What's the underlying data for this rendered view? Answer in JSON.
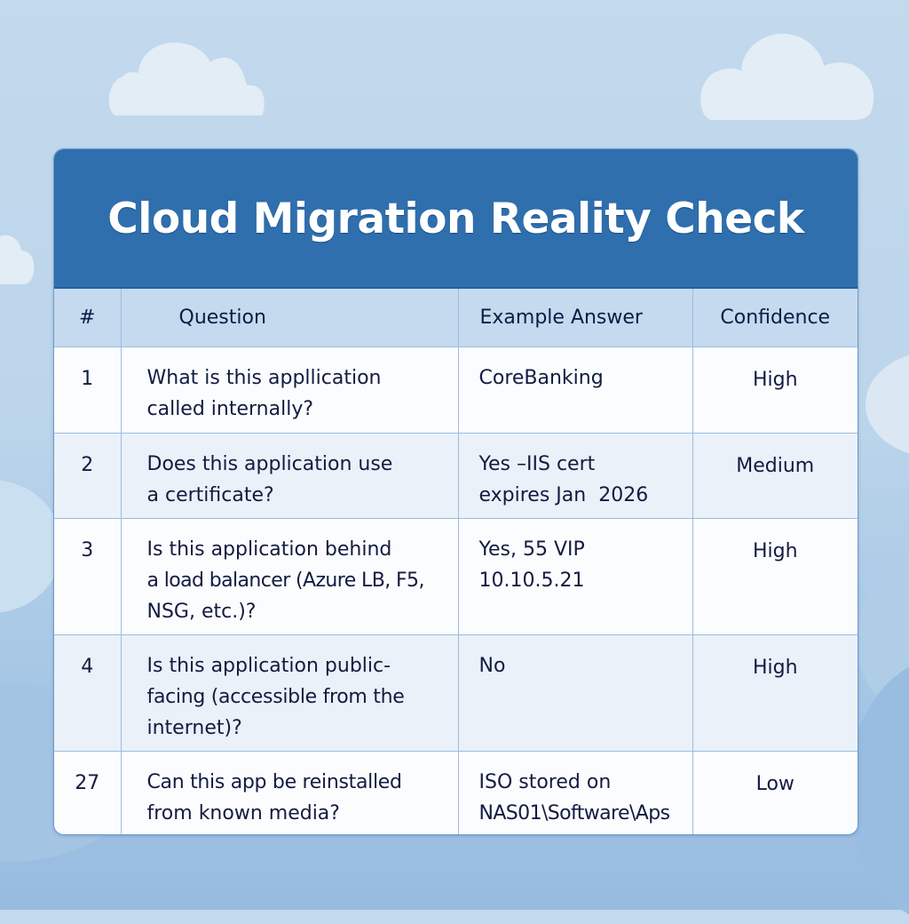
{
  "title": "Cloud Migration Reality Check",
  "table": {
    "headers": {
      "num": "#",
      "question": "Question",
      "answer": "Example Answer",
      "confidence": "Confidence"
    },
    "rows": [
      {
        "num": "1",
        "question": [
          "What is this appllication",
          "called internally?"
        ],
        "answer": [
          "CoreBanking"
        ],
        "confidence": "High"
      },
      {
        "num": "2",
        "question": [
          "Does this application use",
          "a certificate?"
        ],
        "answer": [
          "Yes –IIS cert",
          "expires Jan  2026"
        ],
        "confidence": "Medium"
      },
      {
        "num": "3",
        "question": [
          "Is this application behind",
          "a load balancer (Azure LB, F5,",
          "NSG, etc.)?"
        ],
        "answer": [
          "Yes, 55 VIP",
          "10.10.5.21"
        ],
        "confidence": "High"
      },
      {
        "num": "4",
        "question": [
          "Is this application public-",
          "facing (accessible from the",
          "internet)?"
        ],
        "answer": [
          "No"
        ],
        "confidence": "High"
      },
      {
        "num": "27",
        "question": [
          "Can this app be reinstalled",
          "from known media?"
        ],
        "answer": [
          "ISO stored on",
          "NAS01\\Software\\Aps"
        ],
        "confidence": "Low"
      }
    ]
  },
  "colors": {
    "title_band": "#2f6fad",
    "header_row": "#c5daee",
    "row_odd": "#fbfcfe",
    "row_even": "#eaf1f9",
    "text": "#121c40",
    "background_sky": "#c3d9ec"
  }
}
